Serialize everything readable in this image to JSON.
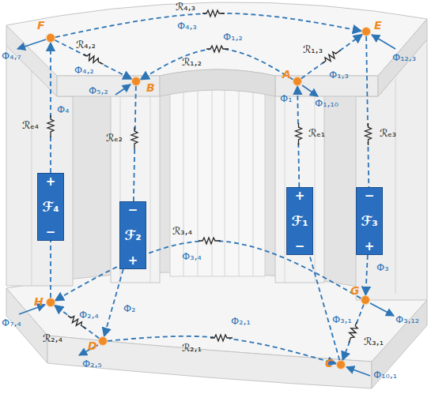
{
  "diagram": {
    "nodes": [
      {
        "text": [
          "F"
        ]
      },
      {
        "text": [
          "B"
        ]
      },
      {
        "text": [
          "A"
        ]
      },
      {
        "text": [
          "E"
        ]
      },
      {
        "text": [
          "+",
          "ℱ₄",
          "−"
        ]
      },
      {
        "text": [
          "−",
          "ℱ₂",
          "+"
        ]
      },
      {
        "text": [
          "+",
          "ℱ₁",
          "−"
        ]
      },
      {
        "text": [
          "−",
          "ℱ₃",
          "+"
        ]
      },
      {
        "text": [
          "H"
        ]
      },
      {
        "text": [
          "D"
        ]
      },
      {
        "text": [
          "C"
        ]
      },
      {
        "text": [
          "G"
        ]
      }
    ],
    "edges": [
      {
        "from": 0,
        "to": 1,
        "arrow": "to",
        "label": "Φ₄,₂"
      },
      {
        "from": 2,
        "to": 1,
        "arrow": "to",
        "label": "Φ₁,₂"
      },
      {
        "from": 0,
        "to": 3,
        "arrow": "to",
        "label": "Φ₄,₃"
      },
      {
        "from": 2,
        "to": 3,
        "arrow": "to",
        "label": "Φ₁,₃"
      },
      {
        "from": 8,
        "to": 4,
        "arrow": "none"
      },
      {
        "from": 4,
        "to": 0,
        "arrow": "to",
        "label": "Φ₄"
      },
      {
        "from": 1,
        "to": 5,
        "arrow": "none"
      },
      {
        "from": 5,
        "to": 9,
        "arrow": "to",
        "label": "Φ₂"
      },
      {
        "from": 10,
        "to": 6,
        "arrow": "none"
      },
      {
        "from": 6,
        "to": 2,
        "arrow": "to",
        "label": "Φ₁"
      },
      {
        "from": 3,
        "to": 7,
        "arrow": "none"
      },
      {
        "from": 7,
        "to": 11,
        "arrow": "to",
        "label": "Φ₃"
      },
      {
        "from": 11,
        "to": 8,
        "arrow": "to",
        "label": "Φ₃,₄"
      },
      {
        "from": 9,
        "to": 8,
        "arrow": "to",
        "label": "Φ₂,₄"
      },
      {
        "from": 9,
        "to": 10,
        "arrow": "to",
        "label": "Φ₂,₁"
      },
      {
        "from": 11,
        "to": 10,
        "arrow": "to",
        "label": "Φ₃,₁"
      }
    ],
    "labels": [
      "ℛ₄,₃",
      "Φ₄,₇",
      "ℛ₄,₂",
      "Φ₅,₂",
      "ℛ₁,₂",
      "ℛ₁,₃",
      "Φ₁,₁₀",
      "Φ₁₂,₃",
      "ℛₑ₄",
      "ℛₑ₂",
      "ℛₑ₁",
      "ℛₑ₃",
      "ℛ₃,₄",
      "Φ₇,₄",
      "ℛ₂,₄",
      "Φ₂,₅",
      "ℛ₂,₁",
      "ℛ₃,₁",
      "Φ₁₀,₁",
      "Φ₃,₁₂"
    ]
  }
}
